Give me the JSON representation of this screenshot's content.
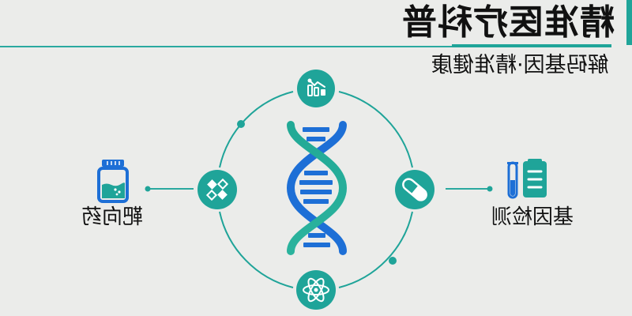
{
  "header": {
    "title": "精准医疗科普",
    "subtitle": "解码基因·精准健康",
    "mirrored": true
  },
  "colors": {
    "background": "#ebecea",
    "teal": "#1fa499",
    "blue": "#1d6fd6",
    "text": "#111111"
  },
  "diagram": {
    "center_icon": "dna-helix-icon",
    "ring_nodes": [
      {
        "position": "top",
        "icon": "data-chart-icon"
      },
      {
        "position": "left",
        "icon": "molecule-icon"
      },
      {
        "position": "right",
        "icon": "capsule-icon"
      },
      {
        "position": "bottom",
        "icon": "atom-icon"
      }
    ],
    "side_items": [
      {
        "position": "left",
        "icon": "medicine-bottle-icon",
        "label": "靶向药"
      },
      {
        "position": "right",
        "icon": "test-tube-clipboard-icon",
        "label": "基因检测"
      }
    ]
  }
}
